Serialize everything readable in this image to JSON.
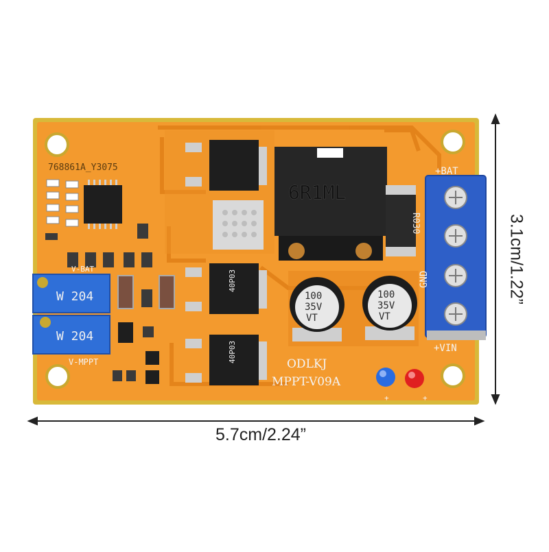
{
  "board": {
    "model_line1": "ODLKJ",
    "model_line2": "MPPT-V09A",
    "code": "768861A_Y3075",
    "inductor_marking": "6R1ML",
    "resistor_marking": "R030",
    "cap_left_voltage": "100",
    "cap_left_rating": "35V",
    "cap_left_series": "VT",
    "cap_right_voltage": "100",
    "cap_right_rating": "35V",
    "cap_right_series": "VT",
    "pot_top_label": "W 204",
    "pot_bottom_label": "W 204",
    "label_vbat": "V-BAT",
    "label_vmppt": "V-MPPT",
    "terminal_bat": "+BAT",
    "terminal_gnd": "GND",
    "terminal_vin": "+VIN",
    "mosfet_marking": "40P03",
    "led_polarity": "+"
  },
  "dimensions": {
    "width": "5.7cm/2.24”",
    "height": "3.1cm/1.22”"
  },
  "colors": {
    "board_orange": "#F39A2E",
    "board_edge": "#D8B93A",
    "terminal_blue": "#2E5FC8",
    "pot_blue": "#2F6FD8",
    "led_blue": "#2A6CE0",
    "led_red": "#E02020"
  }
}
